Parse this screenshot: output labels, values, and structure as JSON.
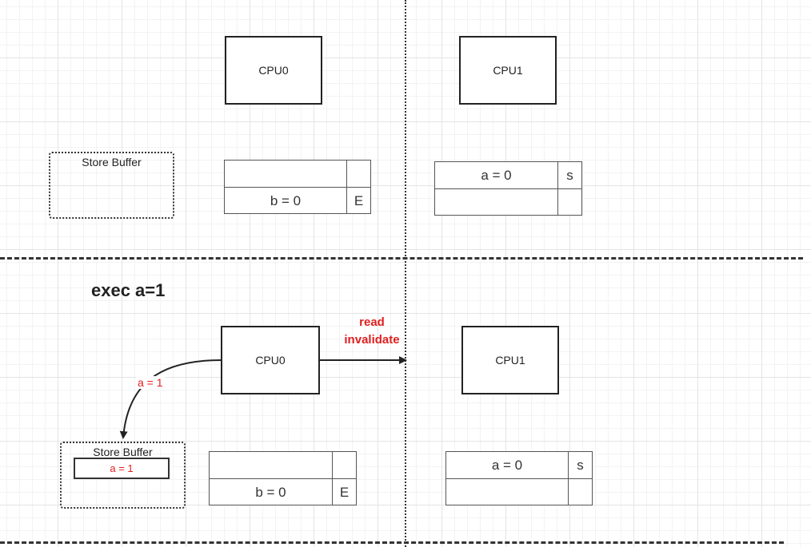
{
  "top": {
    "cpu0": "CPU0",
    "cpu1": "CPU1",
    "store_buffer": "Store Buffer",
    "cpu0_cache": {
      "rows": [
        {
          "value": "",
          "state": ""
        },
        {
          "value": "b = 0",
          "state": "E"
        }
      ]
    },
    "cpu1_cache": {
      "rows": [
        {
          "value": "a = 0",
          "state": "s"
        },
        {
          "value": "",
          "state": ""
        }
      ]
    }
  },
  "bottom": {
    "heading": "exec a=1",
    "cpu0": "CPU0",
    "cpu1": "CPU1",
    "store_buffer": "Store Buffer",
    "store_buffer_entry": "a = 1",
    "arrow_label": "a = 1",
    "message_line1": "read",
    "message_line2": "invalidate",
    "cpu0_cache": {
      "rows": [
        {
          "value": "",
          "state": ""
        },
        {
          "value": "b = 0",
          "state": "E"
        }
      ]
    },
    "cpu1_cache": {
      "rows": [
        {
          "value": "a = 0",
          "state": "s"
        },
        {
          "value": "",
          "state": ""
        }
      ]
    }
  },
  "colors": {
    "highlight": "#e02020",
    "line": "#222222"
  }
}
